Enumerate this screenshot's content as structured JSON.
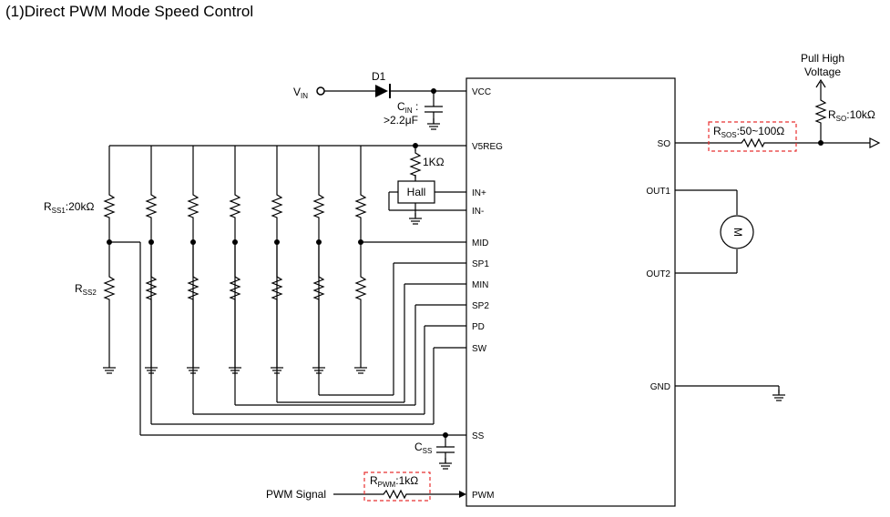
{
  "title": "(1)Direct PWM Mode Speed Control",
  "ic_pins_left": {
    "vcc": "VCC",
    "v5reg": "V5REG",
    "in_plus": "IN+",
    "in_minus": "IN-",
    "mid": "MID",
    "sp1": "SP1",
    "min": "MIN",
    "sp2": "SP2",
    "pd": "PD",
    "sw": "SW",
    "ss": "SS",
    "pwm": "PWM"
  },
  "ic_pins_right": {
    "so": "SO",
    "out1": "OUT1",
    "out2": "OUT2",
    "gnd": "GND"
  },
  "labels": {
    "vin_main": "V",
    "vin_sub": "IN",
    "d1": "D1",
    "cin_main": "C",
    "cin_sub": "IN",
    "cin_rest": " :",
    "cin_value": ">2.2μF",
    "r1k": "1KΩ",
    "hall": "Hall",
    "rss1_main": "R",
    "rss1_sub": "SS1",
    "rss1_rest": ":20kΩ",
    "rss2_main": "R",
    "rss2_sub": "SS2",
    "css_main": "C",
    "css_sub": "SS",
    "rpwm_main": "R",
    "rpwm_sub": "PWM",
    "rpwm_rest": ":1kΩ",
    "pwm_signal": "PWM Signal",
    "rsos_main": "R",
    "rsos_sub": "SOS",
    "rsos_rest": ":50~100Ω",
    "pull_high_1": "Pull High",
    "pull_high_2": "Voltage",
    "rso_main": "R",
    "rso_sub": "SO",
    "rso_rest": ":10kΩ",
    "motor": "M"
  },
  "colors": {
    "wire": "#000000",
    "highlight_box": "#e83030"
  }
}
